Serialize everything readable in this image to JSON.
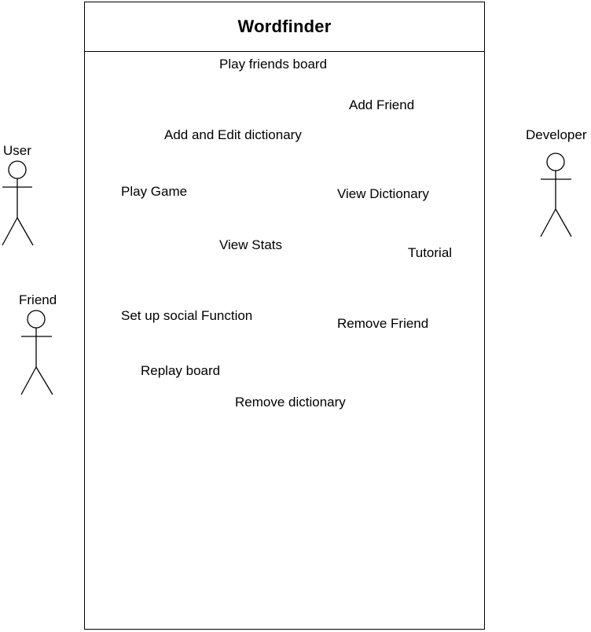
{
  "system": {
    "title": "Wordfinder"
  },
  "use_cases": {
    "play_friends_board": "Play friends board",
    "add_friend": "Add Friend",
    "add_edit_dictionary": "Add and Edit dictionary",
    "play_game": "Play Game",
    "view_dictionary": "View Dictionary",
    "view_stats": "View Stats",
    "tutorial": "Tutorial",
    "set_up_social_function": "Set up social Function",
    "remove_friend": "Remove Friend",
    "replay_board": "Replay board",
    "remove_dictionary": "Remove dictionary"
  },
  "actors": {
    "user": "User",
    "friend": "Friend",
    "developer": "Developer"
  },
  "colors": {
    "line": "#000000",
    "background": "#ffffff"
  }
}
